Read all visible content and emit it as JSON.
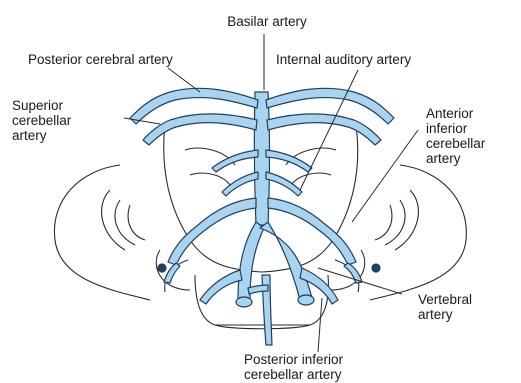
{
  "labels": {
    "basilar": "Basilar artery",
    "posterior_cerebral": "Posterior cerebral artery",
    "internal_auditory": "Internal auditory artery",
    "superior_cerebellar": "Superior\ncerebellar\nartery",
    "anterior_inferior_cerebellar": "Anterior\ninferior\ncerebellar\nartery",
    "vertebral": "Vertebral\nartery",
    "posterior_inferior_cerebellar": "Posterior inferior\ncerebellar artery"
  },
  "colors": {
    "artery_fill": "#a9d4ef",
    "artery_stroke": "#1f3f63",
    "line": "#2a2a2a"
  }
}
